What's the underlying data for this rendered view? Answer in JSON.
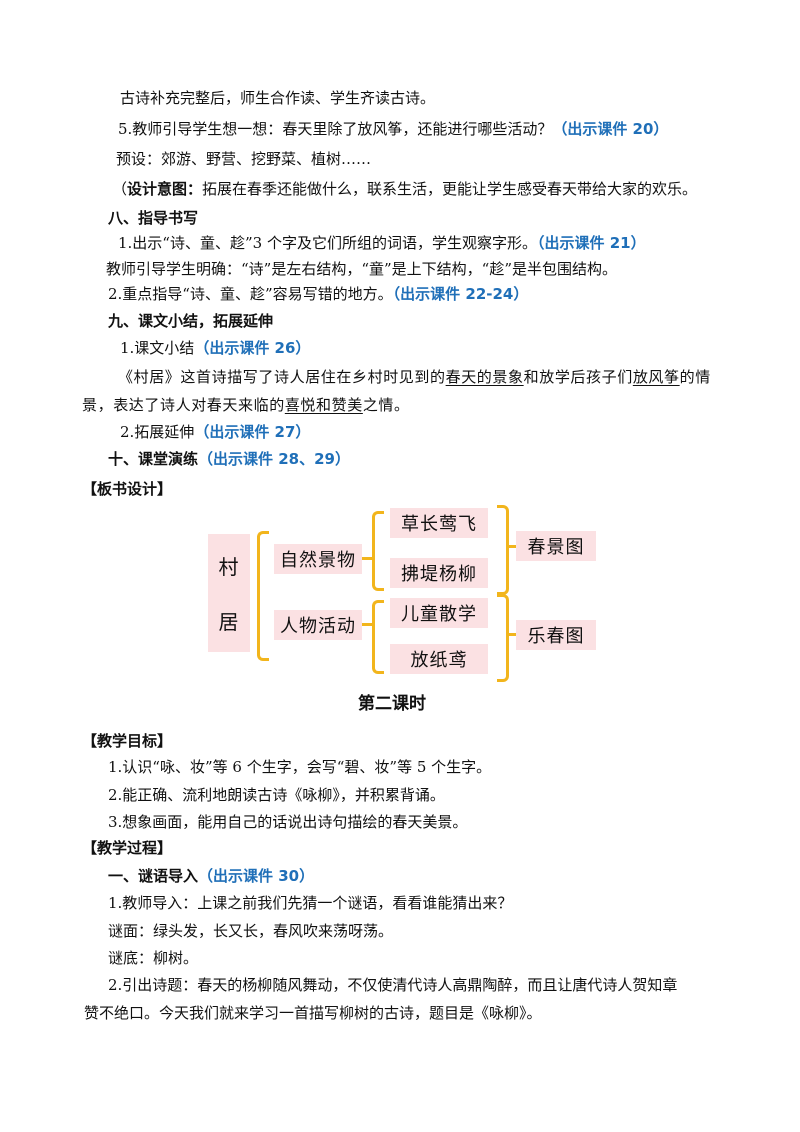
{
  "lines": {
    "l1": "古诗补充完整后，师生合作读、学生齐读古诗。",
    "l2_text": "5.教师引导学生想一想：春天里除了放风筝，还能进行哪些活动？",
    "l2_ref": "（出示课件 20）",
    "l3": "预设：郊游、野营、挖野菜、植树……",
    "l4_open": "（",
    "l4_label": "设计意图：",
    "l4_text": "拓展在春季还能做什么，联系生活，更能让学生感受春天带给大家的欢乐。",
    "h8": "八、指导书写",
    "l5_text": "1.出示“诗、童、趁”3 个字及它们所组的词语，学生观察字形。",
    "l5_ref": "（出示课件 21）",
    "l6": "教师引导学生明确：“诗”是左右结构，“童”是上下结构，“趁”是半包围结构。",
    "l7_text": "2.重点指导“诗、童、趁”容易写错的地方。",
    "l7_ref": "（出示课件 22-24）",
    "h9": "九、课文小结，拓展延伸",
    "l8_text": "1.课文小结",
    "l8_ref": "（出示课件 26）",
    "l9_a": "《村居》这首诗描写了诗人居住在乡村时见到的",
    "l9_u1": "春天的景象",
    "l9_b": "和放学后孩子们",
    "l9_u2": "放风筝",
    "l9_c": "的情",
    "l10_a": "景，表达了诗人对春天来临的",
    "l10_u1": "喜悦和赞美",
    "l10_b": "之情。",
    "l11_text": "2.拓展延伸",
    "l11_ref": "（出示课件 27）",
    "h10": "十、课堂演练",
    "h10_ref": "（出示课件 28、29）",
    "board_heading": "【板书设计】"
  },
  "board": {
    "title_top": "村",
    "title_bottom": "居",
    "cat1": "自然景物",
    "cat2": "人物活动",
    "item1": "草长莺飞",
    "item2": "拂堤杨柳",
    "item3": "儿童散学",
    "item4": "放纸鸢",
    "result1": "春景图",
    "result2": "乐春图"
  },
  "lesson2": {
    "title": "第二课时",
    "goals_heading": "【教学目标】",
    "goal1": "1.认识“咏、妆”等 6 个生字，会写“碧、妆”等 5 个生字。",
    "goal2": "2.能正确、流利地朗读古诗《咏柳》，并积累背诵。",
    "goal3": "3.想象画面，能用自己的话说出诗句描绘的春天美景。",
    "process_heading": "【教学过程】",
    "s1_heading": "一、谜语导入",
    "s1_ref": "（出示课件 30）",
    "p1": "1.教师导入：上课之前我们先猜一个谜语，看看谁能猜出来？",
    "p2": "谜面：绿头发，长又长，春风吹来荡呀荡。",
    "p3": "谜底：柳树。",
    "p4": "2.引出诗题：春天的杨柳随风舞动，不仅使清代诗人高鼎陶醉，而且让唐代诗人贺知章",
    "p5": "赞不绝口。今天我们就来学习一首描写柳树的古诗，题目是《咏柳》。"
  },
  "colors": {
    "accent_blue": "#1f6fb8",
    "brace_yellow": "#f2b51c",
    "box_pink": "#fbe1e3"
  }
}
